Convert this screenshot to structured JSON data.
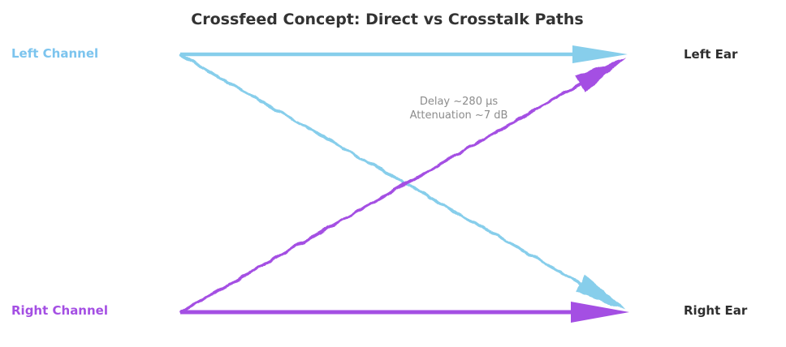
{
  "title": "Crossfeed Concept: Direct vs Crosstalk Paths",
  "nodes": {
    "left_channel": "Left Channel",
    "right_channel": "Right Channel",
    "left_ear": "Left Ear",
    "right_ear": "Right Ear"
  },
  "annotation": {
    "line1": "Delay ~280 µs",
    "line2": "Attenuation ~7 dB"
  },
  "paths": [
    {
      "name": "left-direct",
      "from": "Left Channel",
      "to": "Left Ear",
      "style": "solid-straight",
      "color": "#87ceeb"
    },
    {
      "name": "left-crosstalk",
      "from": "Left Channel",
      "to": "Right Ear",
      "style": "wavy-sketch",
      "color": "#87ceeb"
    },
    {
      "name": "right-crosstalk",
      "from": "Right Channel",
      "to": "Left Ear",
      "style": "wavy-sketch",
      "color": "#a44fe3"
    },
    {
      "name": "right-direct",
      "from": "Right Channel",
      "to": "Right Ear",
      "style": "solid-straight",
      "color": "#a44fe3"
    }
  ],
  "colors": {
    "left_channel_blue": "#87ceeb",
    "right_channel_purple": "#a44fe3",
    "ear_label_dark": "#2e2e2e",
    "title_dark": "#333333",
    "annotation_gray": "#8c8c8c",
    "background": "#ffffff"
  }
}
